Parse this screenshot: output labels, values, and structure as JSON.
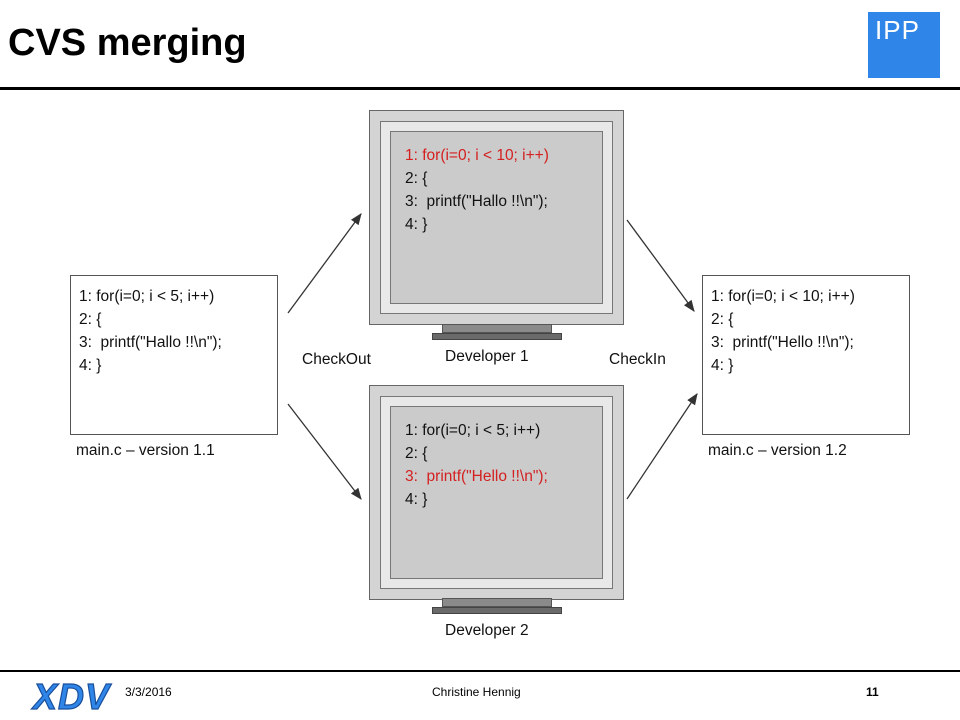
{
  "slide": {
    "title": "CVS merging",
    "logo_text": "IPP",
    "footer_logo": "XDV"
  },
  "footer": {
    "date": "3/3/2016",
    "author": "Christine Hennig",
    "page": "11"
  },
  "version_1_1": {
    "lines": [
      "1: for(i=0; i < 5; i++)",
      "2: {",
      "3:  printf(\"Hallo !!\\n\");",
      "4: }"
    ],
    "caption": "main.c – version 1.1"
  },
  "version_1_2": {
    "lines": [
      "1: for(i=0; i < 10; i++)",
      "2: {",
      "3:  printf(\"Hello !!\\n\");",
      "4: }"
    ],
    "caption": "main.c – version 1.2"
  },
  "developer_1": {
    "label": "Developer 1",
    "lines": [
      "1: for(i=0; i < 10; i++)",
      "2: {",
      "3:  printf(\"Hallo !!\\n\");",
      "4: }"
    ],
    "changed_line": 1,
    "changed_color": "#d42020"
  },
  "developer_2": {
    "label": "Developer 2",
    "lines": [
      "1: for(i=0; i < 5; i++)",
      "2: {",
      "3:  printf(\"Hello !!\\n\");",
      "4: }"
    ],
    "changed_line": 3,
    "changed_color": "#d42020"
  },
  "flow": {
    "checkout_label": "CheckOut",
    "checkin_label": "CheckIn"
  }
}
